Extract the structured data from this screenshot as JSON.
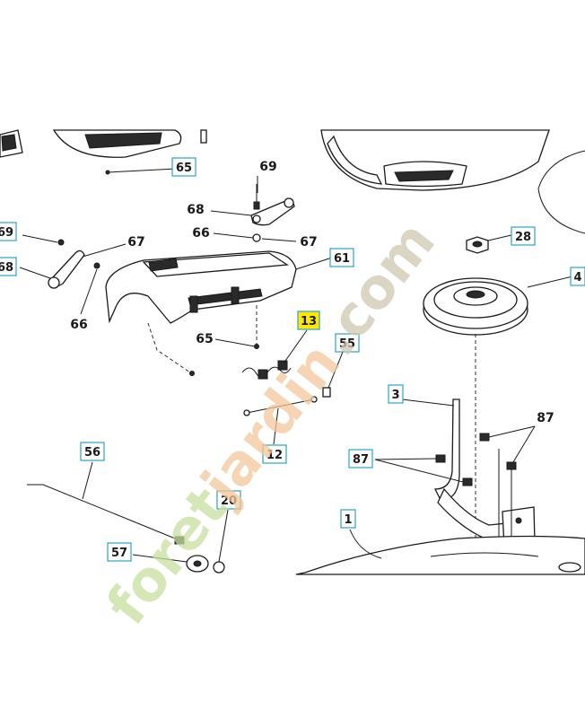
{
  "diagram": {
    "highlight_color": "#ffe800",
    "box_color": "#2aa3c9",
    "callouts": [
      {
        "id": "c65a",
        "text": "65",
        "boxed": true
      },
      {
        "id": "c69",
        "text": "69",
        "boxed": false
      },
      {
        "id": "c68",
        "text": "68",
        "boxed": false
      },
      {
        "id": "c66a",
        "text": "66",
        "boxed": false
      },
      {
        "id": "c67a",
        "text": "67",
        "boxed": false
      },
      {
        "id": "c61",
        "text": "61",
        "boxed": true
      },
      {
        "id": "c28",
        "text": "28",
        "boxed": true
      },
      {
        "id": "c4",
        "text": "4",
        "boxed": true
      },
      {
        "id": "c69b",
        "text": "69",
        "boxed": true
      },
      {
        "id": "c67b",
        "text": "67",
        "boxed": false
      },
      {
        "id": "c68b",
        "text": "68",
        "boxed": true
      },
      {
        "id": "c66b",
        "text": "66",
        "boxed": false
      },
      {
        "id": "c65b",
        "text": "65",
        "boxed": false
      },
      {
        "id": "c13",
        "text": "13",
        "boxed": true,
        "highlight": true
      },
      {
        "id": "c55",
        "text": "55",
        "boxed": true
      },
      {
        "id": "c3",
        "text": "3",
        "boxed": true
      },
      {
        "id": "c87a",
        "text": "87",
        "boxed": false
      },
      {
        "id": "c87b",
        "text": "87",
        "boxed": true
      },
      {
        "id": "c12",
        "text": "12",
        "boxed": true
      },
      {
        "id": "c56",
        "text": "56",
        "boxed": true
      },
      {
        "id": "c20",
        "text": "20",
        "boxed": true
      },
      {
        "id": "c57",
        "text": "57",
        "boxed": true
      },
      {
        "id": "c1",
        "text": "1",
        "boxed": true
      }
    ],
    "watermark": {
      "part1": "foret",
      "part2": "jardin",
      "part3": ".com",
      "colors": [
        "#c8e0a0",
        "#f2c89a",
        "#cfc7b0"
      ]
    }
  }
}
